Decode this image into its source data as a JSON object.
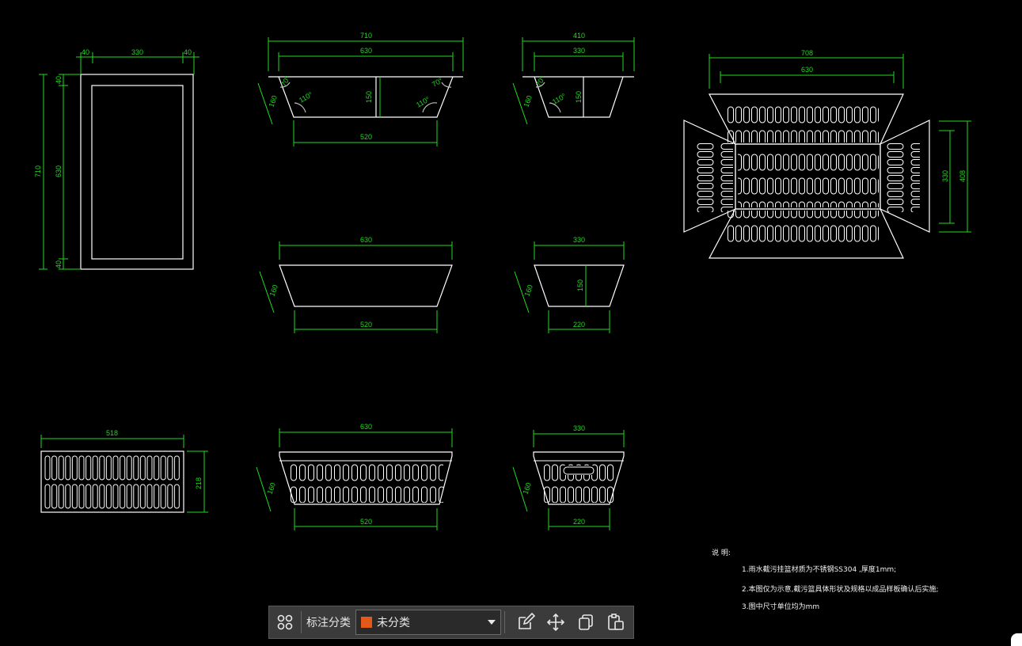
{
  "drawing": {
    "view_plan_frame": {
      "top_w": [
        "40",
        "330",
        "40"
      ],
      "left_h": [
        "40",
        "630",
        "40"
      ],
      "overall_h": "710"
    },
    "view_front_section": {
      "top_overall": "710",
      "top_inner": "630",
      "angle_left": "70°",
      "angle_left_inner": "110°",
      "angle_right": "70°",
      "angle_right_inner": "110°",
      "slant": "160",
      "depth": "150",
      "bottom": "520"
    },
    "view_side_section": {
      "top_overall": "410",
      "top_inner": "330",
      "angle": "70°",
      "angle_inner": "110°",
      "slant": "160",
      "depth": "150"
    },
    "view_front": {
      "top": "630",
      "slant": "160",
      "bottom": "520"
    },
    "view_side": {
      "top": "330",
      "slant": "160",
      "depth": "150",
      "bottom": "220"
    },
    "view_bottom_plate": {
      "width": "518",
      "height": "218"
    },
    "view_front_perforated": {
      "top": "630",
      "slant": "160",
      "bottom": "520"
    },
    "view_side_perforated": {
      "top": "330",
      "slant": "160",
      "bottom": "220"
    },
    "view_unfolded": {
      "top_overall": "708",
      "top_inner": "630",
      "h_inner": "330",
      "h_overall": "408"
    },
    "notes": {
      "title": "说 明:",
      "items": [
        "1.雨水截污挂篮材质为不锈钢SS304 ,厚度1mm;",
        "2.本图仅为示意,截污篮具体形状及规格以成品样板确认后实施;",
        "3.图中尺寸单位均为mm"
      ]
    }
  },
  "toolbar": {
    "category_label": "标注分类",
    "category_value": "未分类",
    "category_color": "#e2591a"
  },
  "colors": {
    "dimension": "#1fdc1f",
    "geometry": "#ffffff",
    "background": "#000000"
  }
}
